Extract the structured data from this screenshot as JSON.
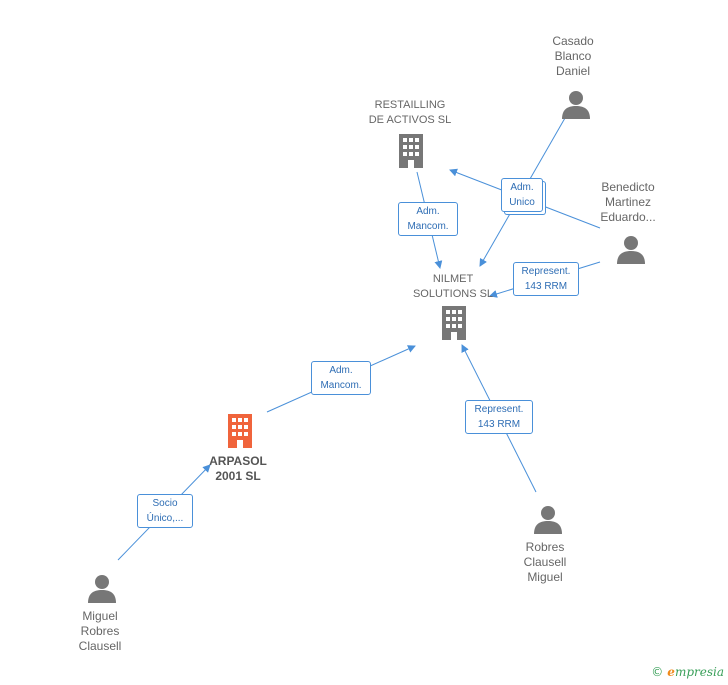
{
  "nodes": {
    "casado": {
      "lines": [
        "Casado",
        "Blanco",
        "Daniel"
      ]
    },
    "restailling": {
      "lines": [
        "RESTAILLING",
        "DE ACTIVOS SL"
      ]
    },
    "benedicto": {
      "lines": [
        "Benedicto",
        "Martinez",
        "Eduardo..."
      ]
    },
    "nilmet": {
      "lines": [
        "NILMET",
        "SOLUTIONS  SL"
      ]
    },
    "arpasol": {
      "lines": [
        "ARPASOL",
        "2001 SL"
      ]
    },
    "robres_miguel": {
      "lines": [
        "Robres",
        "Clausell",
        "Miguel"
      ]
    },
    "miguel_robres": {
      "lines": [
        "Miguel",
        "Robres",
        "Clausell"
      ]
    }
  },
  "edges": {
    "adm_unico": [
      "Adm.",
      "Unico"
    ],
    "adm_mancom_1": [
      "Adm.",
      "Mancom."
    ],
    "represent_1": [
      "Represent.",
      "143 RRM"
    ],
    "adm_mancom_2": [
      "Adm.",
      "Mancom."
    ],
    "represent_2": [
      "Represent.",
      "143 RRM"
    ],
    "socio_unico": [
      "Socio",
      "Único,..."
    ]
  },
  "colors": {
    "edge": "#4a90d9",
    "company": "#777777",
    "focus_company": "#f0643c",
    "person": "#777777"
  },
  "footer": {
    "copyright": "©",
    "brand_initial": "e",
    "brand_rest": "mpresia"
  }
}
